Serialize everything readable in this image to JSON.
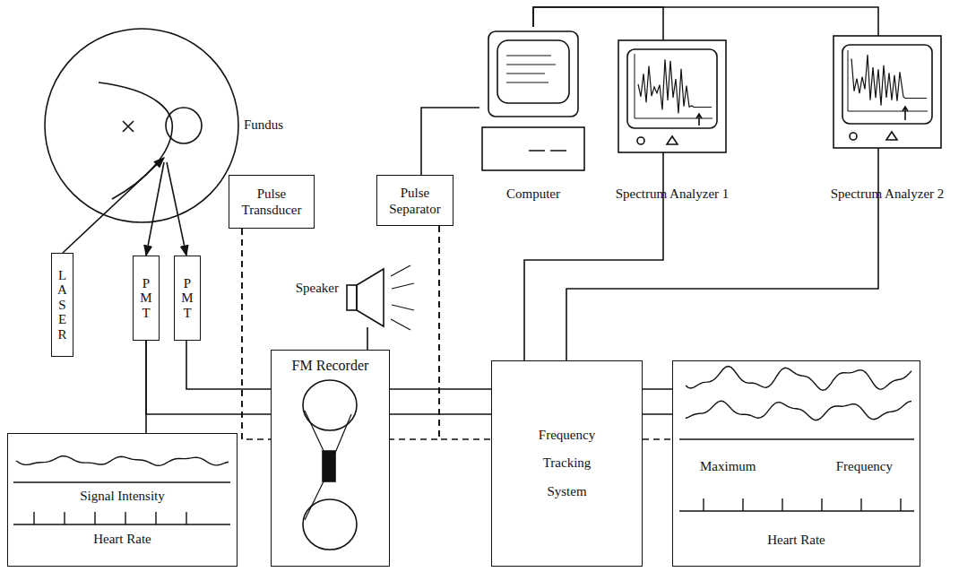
{
  "diagram": {
    "nodes": [
      {
        "text": [
          "Fundus"
        ]
      },
      {
        "text": [
          "LASER"
        ]
      },
      {
        "text": [
          "PMT"
        ]
      },
      {
        "text": [
          "PMT"
        ]
      },
      {
        "text": [
          "Pulse Transducer"
        ]
      },
      {
        "text": [
          "Pulse Separator"
        ]
      },
      {
        "text": [
          "Computer"
        ]
      },
      {
        "text": [
          "Spectrum Analyzer 1"
        ]
      },
      {
        "text": [
          "Spectrum Analyzer 2"
        ]
      },
      {
        "text": [
          "Speaker"
        ]
      },
      {
        "text": [
          "FM Recorder"
        ]
      },
      {
        "text": [
          "Frequency Tracking System"
        ]
      },
      {
        "text": [
          "Signal Intensity",
          "Heart Rate"
        ]
      },
      {
        "text": [
          "Maximum",
          "Frequency",
          "Heart Rate"
        ]
      }
    ],
    "edges": [
      {
        "from": 1,
        "to": 0,
        "arrow": "to"
      },
      {
        "from": 0,
        "to": 2,
        "arrow": "to"
      },
      {
        "from": 0,
        "to": 3,
        "arrow": "to"
      },
      {
        "from": 2,
        "to": 12,
        "arrow": "none"
      },
      {
        "from": 2,
        "to": 10,
        "arrow": "none"
      },
      {
        "from": 3,
        "to": 10,
        "arrow": "none"
      },
      {
        "from": 4,
        "to": 12,
        "arrow": "none"
      },
      {
        "from": 4,
        "to": 10,
        "arrow": "none"
      },
      {
        "from": 5,
        "to": 6,
        "arrow": "none"
      },
      {
        "from": 5,
        "to": 10,
        "arrow": "none"
      },
      {
        "from": 5,
        "to": 11,
        "arrow": "none"
      },
      {
        "from": 6,
        "to": 7,
        "arrow": "none"
      },
      {
        "from": 6,
        "to": 8,
        "arrow": "none"
      },
      {
        "from": 9,
        "to": 10,
        "arrow": "none"
      },
      {
        "from": 10,
        "to": 11,
        "arrow": "none"
      },
      {
        "from": 10,
        "to": 11,
        "arrow": "none"
      },
      {
        "from": 11,
        "to": 7,
        "arrow": "none"
      },
      {
        "from": 11,
        "to": 8,
        "arrow": "none"
      },
      {
        "from": 11,
        "to": 13,
        "arrow": "none"
      },
      {
        "from": 11,
        "to": 13,
        "arrow": "none"
      },
      {
        "from": 11,
        "to": 13,
        "arrow": "none"
      }
    ]
  }
}
